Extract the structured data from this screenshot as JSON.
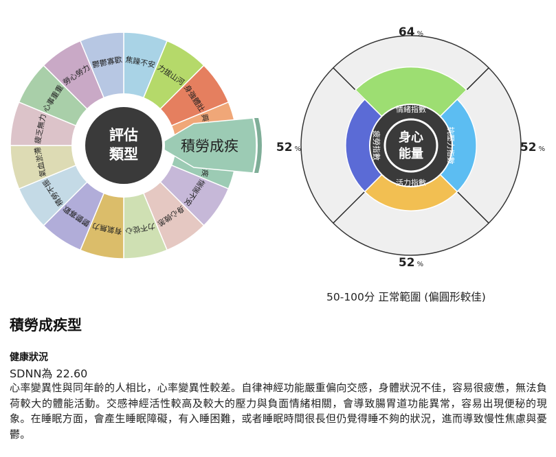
{
  "wheel": {
    "center_line1": "評估",
    "center_line2": "類型",
    "selected_label": "積勞成疾",
    "segments": [
      {
        "label": "焦躁不安",
        "color": "#a9d3e6"
      },
      {
        "label": "力拔山河",
        "color": "#b5d96a"
      },
      {
        "label": "身強體壯",
        "color": "#e57f5f"
      },
      {
        "label": "興致索然",
        "color": "#f0a778"
      },
      {
        "label": "積勞成疾",
        "color": "#9ccbb4"
      },
      {
        "label": "惴惴不安",
        "color": "#c6b8d8"
      },
      {
        "label": "身心微恙",
        "color": "#e5c8c2"
      },
      {
        "label": "力不從心",
        "color": "#cfe0b3"
      },
      {
        "label": "有氣無力",
        "color": "#dbbd6a"
      },
      {
        "label": "鬱鬱寡歡",
        "color": "#b1add9"
      },
      {
        "label": "積勞不振",
        "color": "#c4dae6"
      },
      {
        "label": "氣血淤滯",
        "color": "#dddbb4"
      },
      {
        "label": "疲乏無力",
        "color": "#dcc3c9"
      },
      {
        "label": "心事重重",
        "color": "#a9cfa9"
      },
      {
        "label": "勞心勞力",
        "color": "#c9a9c6"
      },
      {
        "label": "鬱鬱寡歡",
        "color": "#b7c7e3"
      }
    ]
  },
  "radar": {
    "center_line1": "身心",
    "center_line2": "能量",
    "top": {
      "label": "情緒指數",
      "value": "64",
      "unit": "%",
      "fraction": 0.64,
      "color": "#9dde72"
    },
    "right": {
      "label": "抗壓力指數",
      "value": "52",
      "unit": "%",
      "fraction": 0.52,
      "color": "#5cbdf2"
    },
    "bottom": {
      "label": "活力指數",
      "value": "52",
      "unit": "%",
      "fraction": 0.52,
      "color": "#f2bf52"
    },
    "left": {
      "label": "疲勞指數",
      "value": "52",
      "unit": "%",
      "fraction": 0.52,
      "color": "#5b6bd6"
    },
    "range_note": "50-100分 正常範圍 (偏圓形較佳)"
  },
  "report": {
    "title": "積勞成疾型",
    "health_heading": "健康狀況",
    "sdnn": "SDNN為 22.60",
    "paragraph": "心率變異性與同年齡的人相比，心率變異性較差。自律神經功能嚴重偏向交感，身體狀況不佳，容易很疲憊，無法負荷較大的體能活動。交感神經活性較高及較大的壓力與負面情緒相關，會導致腸胃道功能異常，容易出現便秘的現象。在睡眠方面，會產生睡眠障礙，有入睡困難，或者睡眠時間很長但仍覺得睡不夠的狀況，進而導致慢性焦慮與憂鬱。"
  }
}
